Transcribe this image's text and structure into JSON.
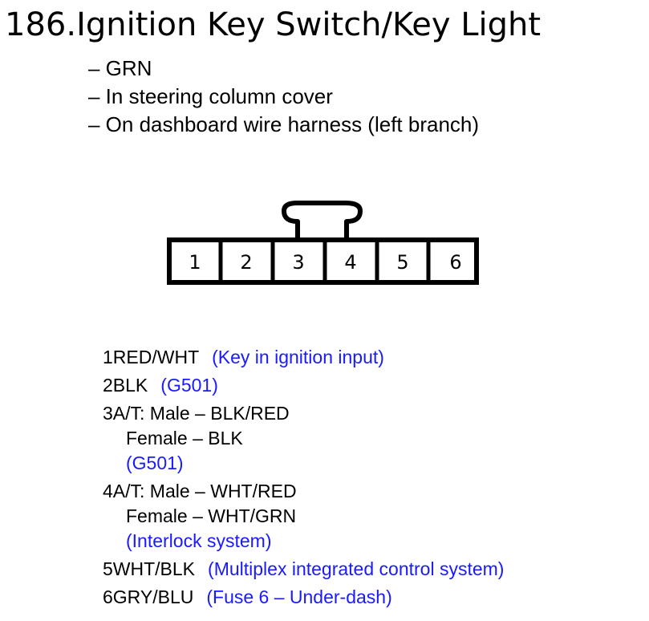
{
  "title": "186.Ignition Key Switch/Key Light",
  "info": [
    "– GRN",
    "– In steering column cover",
    "– On dashboard wire harness (left branch)"
  ],
  "connector": {
    "pins": [
      "1",
      "2",
      "3",
      "4",
      "5",
      "6"
    ]
  },
  "pinout": {
    "p1": {
      "num": "1",
      "wire": "RED/WHT",
      "note": "(Key in ignition input)"
    },
    "p2": {
      "num": "2",
      "wire": "BLK",
      "note": "(G501)"
    },
    "p3": {
      "num": "3",
      "line1": "A/T: Male – BLK/RED",
      "line2": "Female – BLK",
      "note": "(G501)"
    },
    "p4": {
      "num": "4",
      "line1": "A/T: Male – WHT/RED",
      "line2": "Female – WHT/GRN",
      "note": "(Interlock system)"
    },
    "p5": {
      "num": "5",
      "wire": "WHT/BLK",
      "note": "(Multiplex integrated control system)"
    },
    "p6": {
      "num": "6",
      "wire": "GRY/BLU",
      "note": "(Fuse 6 – Under-dash)"
    }
  },
  "colors": {
    "note_text": "#1a1aff",
    "body_text": "#000000"
  }
}
